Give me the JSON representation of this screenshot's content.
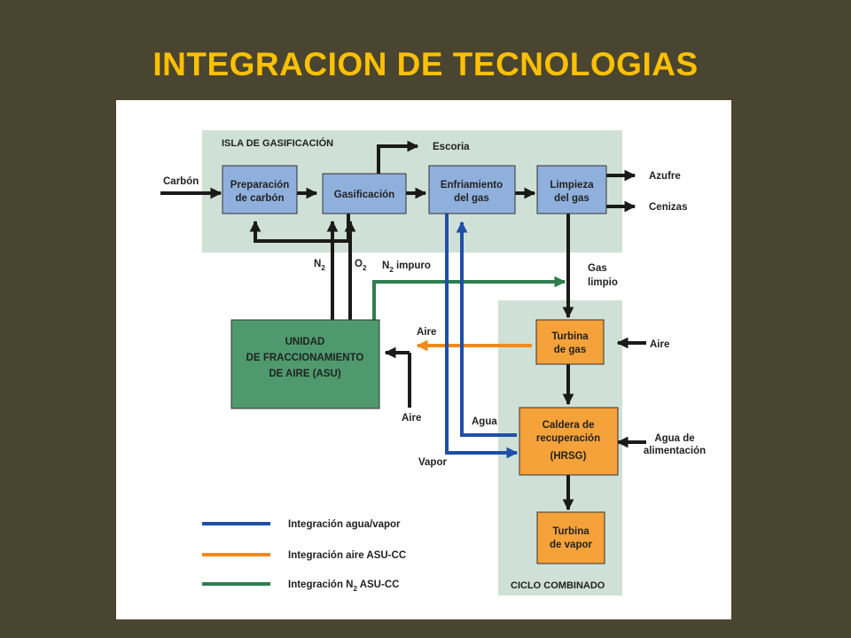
{
  "title": "INTEGRACION DE TECNOLOGIAS",
  "sections": {
    "gasification": "ISLA DE GASIFICACIÓN",
    "combined": "CICLO COMBINADO"
  },
  "boxes": {
    "preparation": [
      "Preparación",
      "de carbón"
    ],
    "gasification": [
      "Gasificación"
    ],
    "cooling": [
      "Enfriamiento",
      "del gas"
    ],
    "cleaning": [
      "Limpieza",
      "del gas"
    ],
    "asu": [
      "UNIDAD",
      "DE FRACCIONAMIENTO",
      "DE AIRE (ASU)"
    ],
    "gas_turbine": [
      "Turbina",
      "de gas"
    ],
    "hrsg": [
      "Caldera de",
      "recuperación",
      "(HRSG)"
    ],
    "steam_turbine": [
      "Turbina",
      "de vapor"
    ]
  },
  "labels": {
    "coal": "Carbón",
    "slag": "Escoria",
    "sulfur": "Azufre",
    "ash": "Cenizas",
    "n2_main": "N",
    "n2_sub": "2",
    "o2_main": "O",
    "o2_sub": "2",
    "n2_impure_main": "N",
    "n2_impure_sub": "2",
    "n2_impure_rest": " impuro",
    "clean_gas": [
      "Gas",
      "limpio"
    ],
    "air_to_asu": "Aire",
    "air_gt": "Aire",
    "air_asu_in": "Aire",
    "water": "Agua",
    "steam": "Vapor",
    "feedwater": [
      "Agua de",
      "alimentación"
    ]
  },
  "legend": [
    {
      "label": "Integración agua/vapor",
      "color": "#1f4fa8"
    },
    {
      "label": "Integración aire ASU-CC",
      "color": "#f08a1c"
    },
    {
      "label_main": "Integración N",
      "label_sub": "2",
      "label_rest": " ASU-CC",
      "color": "#2e7d4f"
    }
  ],
  "colors": {
    "section_fill": "#cfe0d6",
    "box_blue": "#8fb0dc",
    "box_orange": "#f5a23a",
    "box_green": "#4e9a6e",
    "water_steam": "#1f4fa8",
    "air": "#f08a1c",
    "nitrogen": "#2e7d4f"
  }
}
